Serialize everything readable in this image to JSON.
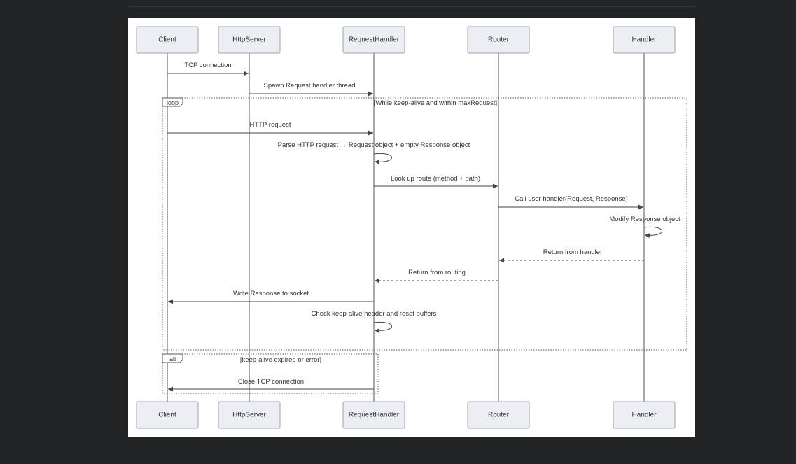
{
  "actors": [
    "Client",
    "HttpServer",
    "RequestHandler",
    "Router",
    "Handler"
  ],
  "messages": [
    {
      "from": 0,
      "to": 1,
      "label": "TCP connection",
      "style": "solid"
    },
    {
      "from": 1,
      "to": 2,
      "label": "Spawn Request handler thread",
      "style": "solid"
    },
    {
      "from": 0,
      "to": 2,
      "label": "HTTP request",
      "style": "solid"
    },
    {
      "from": 2,
      "to": 2,
      "label": "Parse HTTP request → Request object + empty Response object",
      "style": "self"
    },
    {
      "from": 2,
      "to": 3,
      "label": "Look up route (method + path)",
      "style": "solid"
    },
    {
      "from": 3,
      "to": 4,
      "label": "Call user handler(Request, Response)",
      "style": "solid"
    },
    {
      "from": 4,
      "to": 4,
      "label": "Modify Response object",
      "style": "self"
    },
    {
      "from": 4,
      "to": 3,
      "label": "Return from handler",
      "style": "dashed"
    },
    {
      "from": 3,
      "to": 2,
      "label": "Return from routing",
      "style": "dashed"
    },
    {
      "from": 2,
      "to": 0,
      "label": "Write Response to socket",
      "style": "solid"
    },
    {
      "from": 2,
      "to": 2,
      "label": "Check keep-alive header and reset buffers",
      "style": "self"
    },
    {
      "from": 2,
      "to": 0,
      "label": "Close TCP connection",
      "style": "solid"
    }
  ],
  "fragments": [
    {
      "kind": "loop",
      "condition": "[While keep-alive and within maxRequest]"
    },
    {
      "kind": "alt",
      "condition": "[keep-alive expired or error]"
    }
  ],
  "colors": {
    "page_background": "#222426",
    "diagram_background": "#ffffff",
    "actor_fill": "#eceef4",
    "actor_border": "#9aa3b5",
    "line": "#3f4656"
  }
}
